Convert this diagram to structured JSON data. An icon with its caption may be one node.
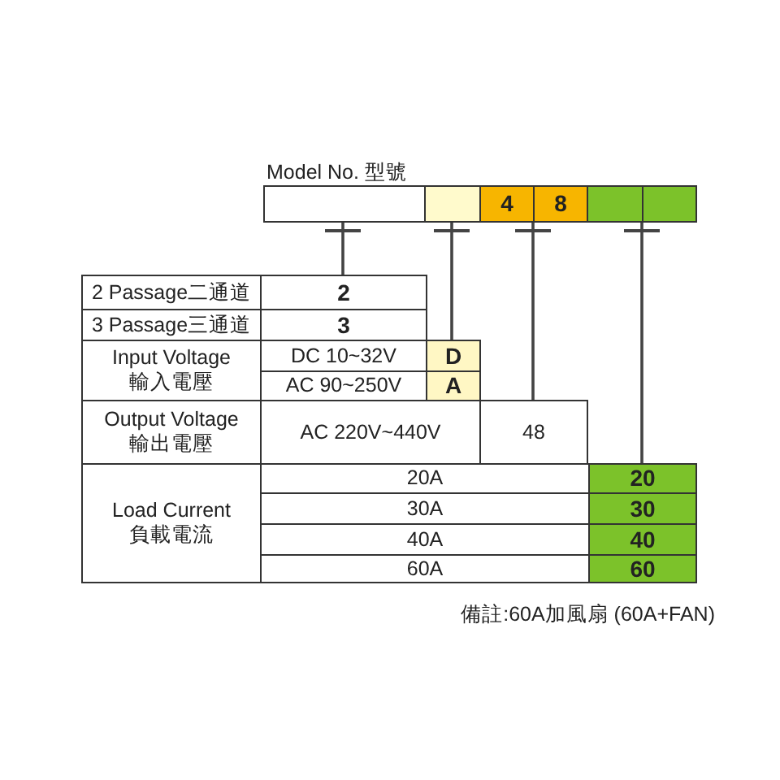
{
  "diagram": {
    "nodes": [
      {
        "text": [],
        "shape": "box"
      },
      {
        "text": [],
        "shape": "box"
      },
      {
        "text": [
          "4"
        ]
      },
      {
        "text": [
          "8"
        ]
      },
      {
        "text": [],
        "shape": "box"
      },
      {
        "text": [],
        "shape": "box"
      },
      {
        "text": [
          "2 Passage二通道"
        ]
      },
      {
        "text": [
          "2"
        ]
      },
      {
        "text": [
          "3 Passage三通道"
        ]
      },
      {
        "text": [
          "3"
        ]
      },
      {
        "text": [
          "Input Voltage",
          "輸入電壓"
        ]
      },
      {
        "text": [
          "DC 10~32V"
        ]
      },
      {
        "text": [
          "D"
        ]
      },
      {
        "text": [
          "AC 90~250V"
        ]
      },
      {
        "text": [
          "A"
        ]
      },
      {
        "text": [
          "Output Voltage",
          "輸出電壓"
        ]
      },
      {
        "text": [
          "AC 220V~440V"
        ]
      },
      {
        "text": [
          "48"
        ]
      },
      {
        "text": [
          "Load Current",
          "負載電流"
        ]
      },
      {
        "text": [
          "20A"
        ]
      },
      {
        "text": [
          "20"
        ]
      },
      {
        "text": [
          "30A"
        ]
      },
      {
        "text": [
          "30"
        ]
      },
      {
        "text": [
          "40A"
        ]
      },
      {
        "text": [
          "40"
        ]
      },
      {
        "text": [
          "60A"
        ]
      },
      {
        "text": [
          "60"
        ]
      }
    ],
    "edges": [
      {
        "from": 0,
        "to": 7,
        "arrow": "other"
      },
      {
        "from": 1,
        "to": 12,
        "arrow": "other"
      },
      {
        "from": 2,
        "to": 17,
        "arrow": "other"
      },
      {
        "from": 3,
        "to": 17,
        "arrow": "other"
      },
      {
        "from": 4,
        "to": 20,
        "arrow": "other"
      },
      {
        "from": 5,
        "to": 20,
        "arrow": "other"
      }
    ],
    "labels": [
      "Model No. 型號",
      "備註:60A加風扇 (60A+FAN)"
    ]
  }
}
